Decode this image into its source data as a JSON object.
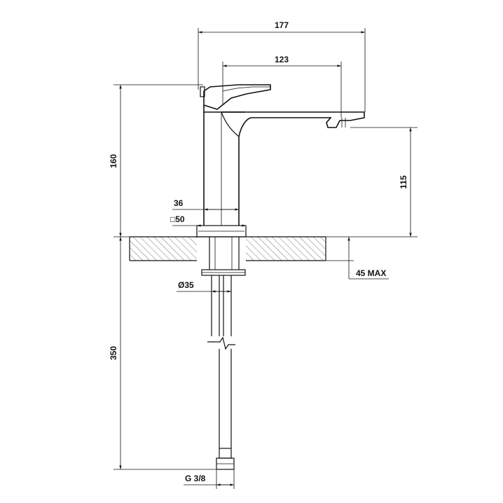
{
  "drawing": {
    "dimensions": {
      "overall_width": "177",
      "spout_reach": "123",
      "height_total": "160",
      "spout_height": "115",
      "body_diameter": "36",
      "base_square": "□50",
      "counter_thickness": "45 MAX",
      "shank_diameter": "Ø35",
      "hose_length": "350",
      "thread": "G 3/8"
    },
    "colors": {
      "line": "#111111",
      "hatch": "#555555",
      "background": "#ffffff"
    }
  }
}
